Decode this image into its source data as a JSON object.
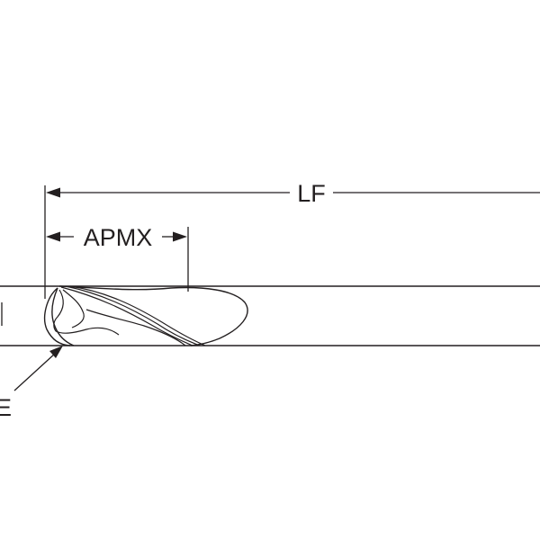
{
  "diagram": {
    "dimensions": {
      "overall_length_label": "LF",
      "flute_length_label": "APMX",
      "corner_label": "E"
    },
    "colors": {
      "line": "#231f20",
      "background": "#ffffff"
    }
  }
}
